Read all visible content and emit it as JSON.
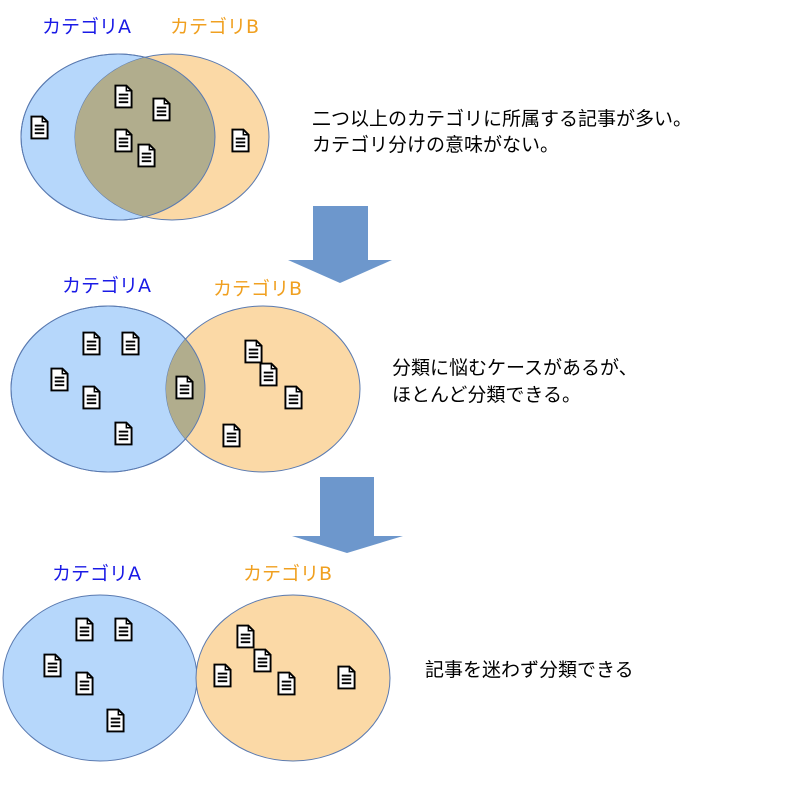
{
  "colors": {
    "category_a_text": "#1a1ae6",
    "category_b_text": "#f0a020",
    "circle_a_fill": "#b6d7fb",
    "circle_b_fill": "#fbd9a6",
    "overlap_fill": "#b1ad8d",
    "circle_stroke": "#5a7ab0",
    "arrow_fill": "#6d97cc"
  },
  "icons": {
    "document": "document-icon",
    "arrow": "arrow-down-icon"
  },
  "stages": [
    {
      "category_a": "カテゴリA",
      "category_b": "カテゴリB",
      "description": [
        "二つ以上のカテゴリに所属する記事が多い。",
        "カテゴリ分けの意味がない。"
      ]
    },
    {
      "category_a": "カテゴリA",
      "category_b": "カテゴリB",
      "description": [
        "分類に悩むケースがあるが、",
        "ほとんど分類できる。"
      ]
    },
    {
      "category_a": "カテゴリA",
      "category_b": "カテゴリB",
      "description": [
        "記事を迷わず分類できる"
      ]
    }
  ]
}
